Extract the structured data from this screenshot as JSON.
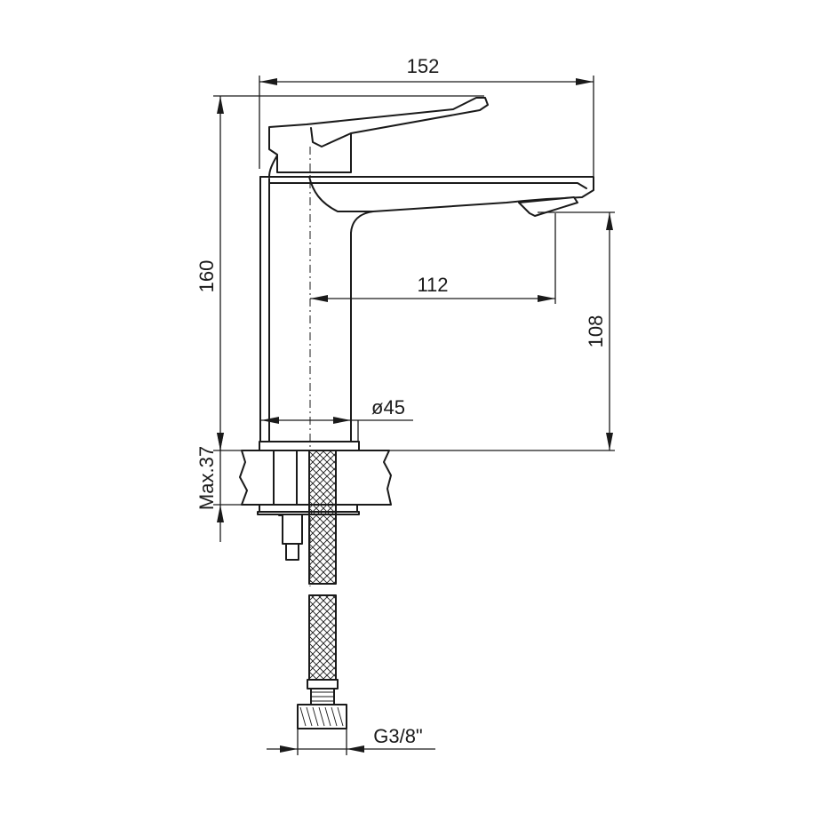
{
  "drawing": {
    "dimensions": {
      "overall_length": "152",
      "spout_reach": "112",
      "spout_height": "108",
      "total_height": "160",
      "max_deck_thickness": "Max.37",
      "body_diameter": "ø45",
      "connection_thread": "G3/8\""
    }
  }
}
